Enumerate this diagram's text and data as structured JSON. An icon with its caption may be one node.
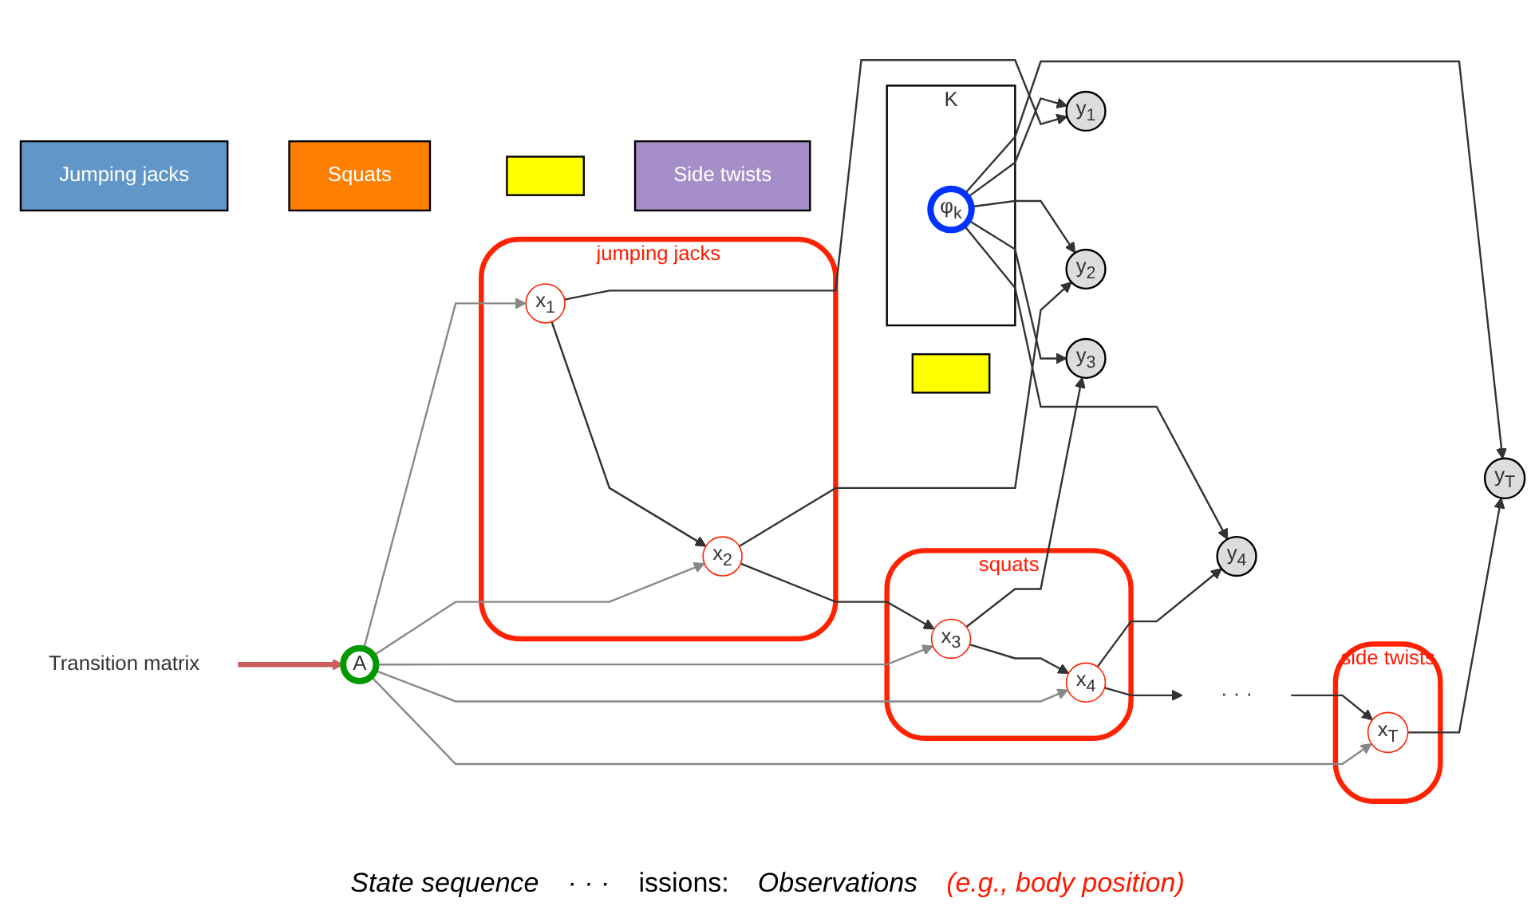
{
  "diagram": {
    "nodes": [
      {
        "text": [
          "Jumping jacks"
        ]
      },
      {
        "text": [
          "Squats"
        ]
      },
      {
        "text": [],
        "shape": "box"
      },
      {
        "text": [
          "Side twists"
        ]
      },
      {
        "text": [],
        "shape": "box"
      },
      {
        "text": [
          "Transition matrix"
        ]
      },
      {
        "text": [
          "A"
        ]
      },
      {
        "text": [
          "jumping jacks"
        ]
      },
      {
        "text": [
          "x$_{1}$"
        ],
        "in": 7
      },
      {
        "text": [
          "x$_{2}$"
        ],
        "in": 7
      },
      {
        "text": [
          "squats"
        ]
      },
      {
        "text": [
          "x$_{3}$"
        ],
        "in": 10
      },
      {
        "text": [
          "x$_{4}$"
        ],
        "in": 10
      },
      {
        "text": [
          "· · ·"
        ]
      },
      {
        "text": [
          "side twists"
        ]
      },
      {
        "text": [
          "x$_{T}$"
        ],
        "in": 14
      },
      {
        "text": [
          "K"
        ]
      },
      {
        "text": [
          "φ$_{k}$"
        ],
        "in": 16
      },
      {
        "text": [
          "y$_{1}$"
        ]
      },
      {
        "text": [
          "y$_{2}$"
        ]
      },
      {
        "text": [
          "y$_{3}$"
        ]
      },
      {
        "text": [
          "y$_{4}$"
        ]
      },
      {
        "text": [
          "y$_{T}$"
        ]
      }
    ],
    "edges": [
      {
        "from": 5,
        "to": 6,
        "arrow": "to",
        "style": "thick",
        "color": "#cd5c5c"
      },
      {
        "from": 6,
        "to": 8,
        "arrow": "to",
        "color": "#888888"
      },
      {
        "from": 6,
        "to": 9,
        "arrow": "to",
        "color": "#888888"
      },
      {
        "from": 6,
        "to": 11,
        "arrow": "to",
        "color": "#888888"
      },
      {
        "from": 6,
        "to": 12,
        "arrow": "to",
        "color": "#888888"
      },
      {
        "from": 6,
        "to": 15,
        "arrow": "to",
        "color": "#888888"
      },
      {
        "from": 8,
        "to": 9,
        "arrow": "to"
      },
      {
        "from": 9,
        "to": 11,
        "arrow": "to"
      },
      {
        "from": 11,
        "to": 12,
        "arrow": "to"
      },
      {
        "from": 12,
        "to": 13,
        "arrow": "to"
      },
      {
        "from": 13,
        "to": 15,
        "arrow": "to"
      },
      {
        "from": 8,
        "to": 18,
        "arrow": "to"
      },
      {
        "from": 9,
        "to": 19,
        "arrow": "to"
      },
      {
        "from": 11,
        "to": 20,
        "arrow": "to"
      },
      {
        "from": 12,
        "to": 21,
        "arrow": "to"
      },
      {
        "from": 15,
        "to": 22,
        "arrow": "to"
      },
      {
        "from": 17,
        "to": 18,
        "arrow": "to"
      },
      {
        "from": 17,
        "to": 19,
        "arrow": "to"
      },
      {
        "from": 17,
        "to": 20,
        "arrow": "to"
      },
      {
        "from": 17,
        "to": 21,
        "arrow": "to"
      },
      {
        "from": 17,
        "to": 22,
        "arrow": "to"
      }
    ],
    "labels": [
      "State sequence",
      "· · ·",
      "issions:",
      "Observations",
      "(e.g., body position)"
    ]
  }
}
